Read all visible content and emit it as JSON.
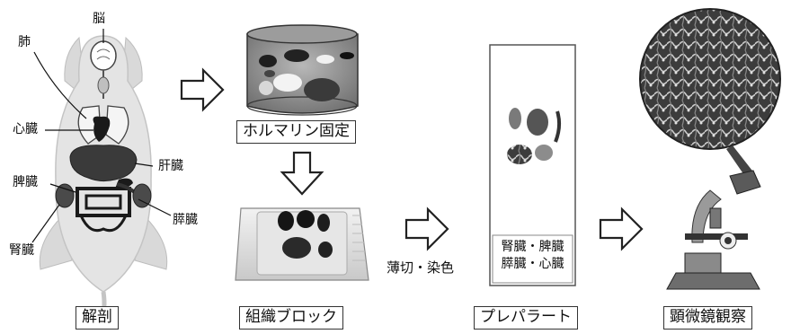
{
  "organ_labels": {
    "brain": "脳",
    "lung": "肺",
    "heart": "心臓",
    "liver": "肝臓",
    "spleen": "脾臓",
    "pancreas": "膵臓",
    "kidney": "腎臓"
  },
  "stages": {
    "dissection": "解剖",
    "formalin": "ホルマリン固定",
    "block": "組織ブロック",
    "slide": "プレパラート",
    "microscopy": "顕微鏡観察"
  },
  "process": {
    "section_stain": "薄切・染色"
  },
  "slide_text": {
    "line1": "腎臓・脾臓",
    "line2": "膵臓・心臓"
  },
  "colors": {
    "arrow_outline": "#222222",
    "label_border": "#333333"
  }
}
